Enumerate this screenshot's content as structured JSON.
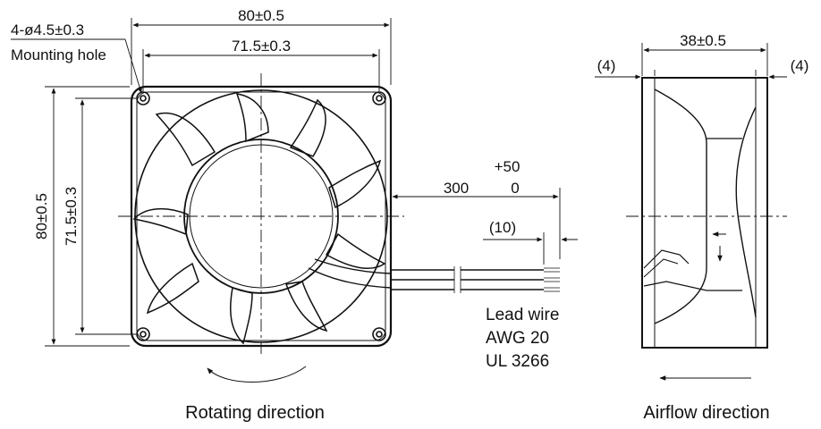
{
  "front_view": {
    "width_overall": "80±0.5",
    "width_holes": "71.5±0.3",
    "height_overall": "80±0.5",
    "height_holes": "71.5±0.3",
    "hole_spec": "4-ø4.5±0.3",
    "hole_label": "Mounting hole",
    "caption": "Rotating direction"
  },
  "lead_wire": {
    "length": "300",
    "tol_upper": "+50",
    "tol_lower": "0",
    "strip": "(10)",
    "line1": "Lead wire",
    "line2": "AWG 20",
    "line3": "UL 3266"
  },
  "side_view": {
    "depth": "38±0.5",
    "flange_left": "(4)",
    "flange_right": "(4)",
    "caption": "Airflow direction"
  }
}
